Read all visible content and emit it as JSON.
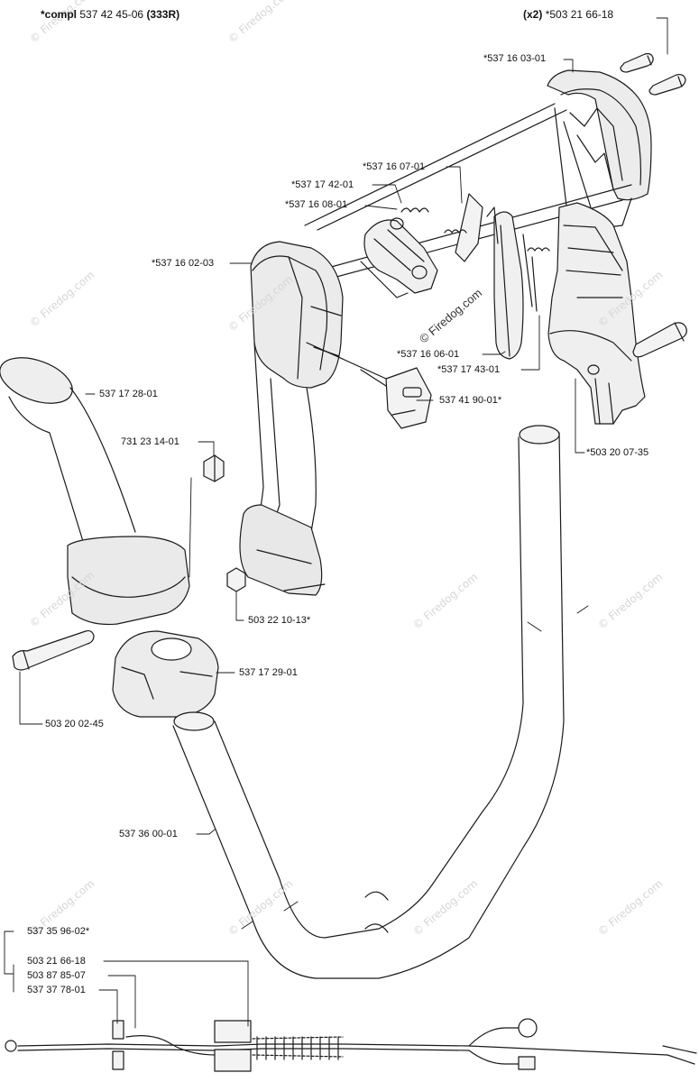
{
  "header": {
    "assembly_prefix": "*compl",
    "assembly_number": "537 42 45-06",
    "assembly_model": "(333R)",
    "qty_note": "(x2)",
    "top_bolt": "*503 21 66-18"
  },
  "parts": {
    "p_537_16_03_01": "*537 16 03-01",
    "p_537_16_07_01": "*537 16 07-01",
    "p_537_17_42_01": "*537 17 42-01",
    "p_537_16_08_01": "*537 16 08-01",
    "p_537_16_02_03": "*537 16 02-03",
    "p_537_16_06_01": "*537 16 06-01",
    "p_537_17_43_01": "*537 17 43-01",
    "p_537_41_90_01": "537 41 90-01*",
    "p_503_20_07_35": "*503 20 07-35",
    "p_537_17_28_01": "537 17 28-01",
    "p_731_23_14_01": "731 23 14-01",
    "p_503_22_10_13": "503 22 10-13*",
    "p_537_17_29_01": "537 17 29-01",
    "p_503_20_02_45": "503 20 02-45",
    "p_537_36_00_01": "537 36 00-01"
  },
  "cable_parts": {
    "group_label": "537 35 96-02*",
    "item1": "503 21 66-18",
    "item2": "503 87 85-07",
    "item3": "537 37 78-01"
  },
  "watermark": {
    "main": "© Firedog.com",
    "faint": "© Firedog.com"
  }
}
